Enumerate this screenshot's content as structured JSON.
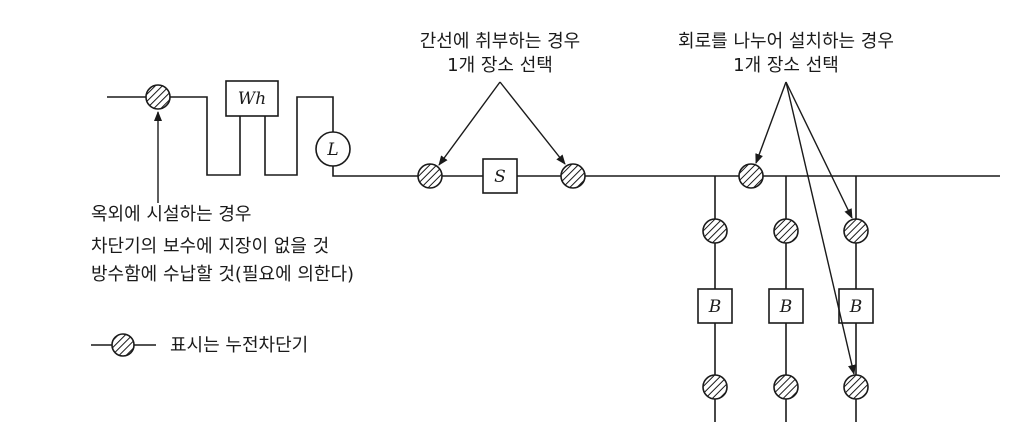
{
  "labels": {
    "meter": "Wh",
    "limiter": "L",
    "switch": "S",
    "branch": "B"
  },
  "annotations": {
    "trunk_line": "간선에 취부하는 경우",
    "trunk_line_sub": "1개 장소 선택",
    "circuit_split": "회로를 나누어 설치하는 경우",
    "circuit_split_sub": "1개 장소 선택",
    "outdoor_1": "옥외에 시설하는 경우",
    "outdoor_2": "차단기의 보수에 지장이 없을 것",
    "outdoor_3": "방수함에 수납할 것(필요에 의한다)"
  },
  "legend": {
    "text": "표시는 누전차단기"
  }
}
